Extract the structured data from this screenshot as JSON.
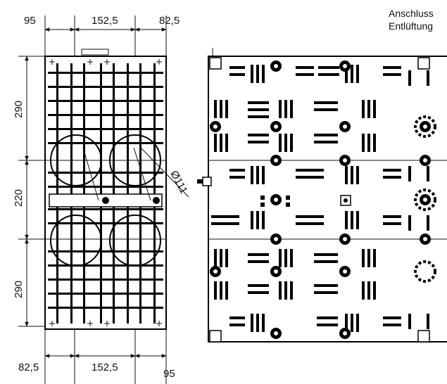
{
  "top_dims": [
    "95",
    "152,5",
    "82,5"
  ],
  "bottom_dims": [
    "82,5",
    "152,5",
    "95"
  ],
  "left_dims": [
    "290",
    "220",
    "290"
  ],
  "diameter_label": "Ø111",
  "note_lines": [
    "Anschluss",
    "Entlüftung"
  ],
  "colors": {
    "ink": "#000000",
    "paper": "#ffffff"
  }
}
